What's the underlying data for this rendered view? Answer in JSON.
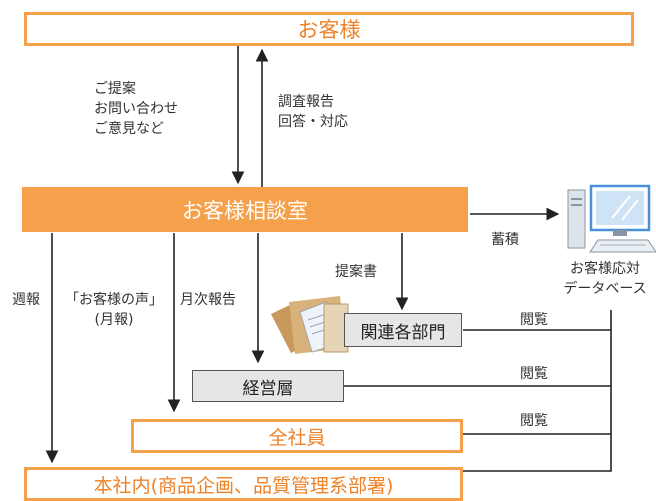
{
  "diagram": {
    "nodes": {
      "customer": "お客様",
      "consultation_office": "お客様相談室",
      "related_departments": "関連各部門",
      "management": "経営層",
      "all_employees": "全社員",
      "head_office": "本社内(商品企画、品質管理系部署)",
      "database": [
        "お客様応対",
        "データベース"
      ]
    },
    "edges": {
      "to_office": [
        "ご提案",
        "お問い合わせ",
        "ご意見など"
      ],
      "to_customer": [
        "調査報告",
        "回答・対応"
      ],
      "store": "蓄積",
      "proposal": "提案書",
      "weekly_report": "週報",
      "voice_of_customer": [
        "「お客様の声」",
        "(月報)"
      ],
      "monthly_report": "月次報告",
      "browse_related": "閲覧",
      "browse_management": "閲覧",
      "browse_employees": "閲覧"
    },
    "colors": {
      "accent": "#f5a04a",
      "accent_text": "#ee8228",
      "gray_box": "#e6e6e6",
      "line": "#222222",
      "monitor": "#4a90d9"
    },
    "icons": [
      "computer-icon",
      "documents-icon"
    ]
  }
}
